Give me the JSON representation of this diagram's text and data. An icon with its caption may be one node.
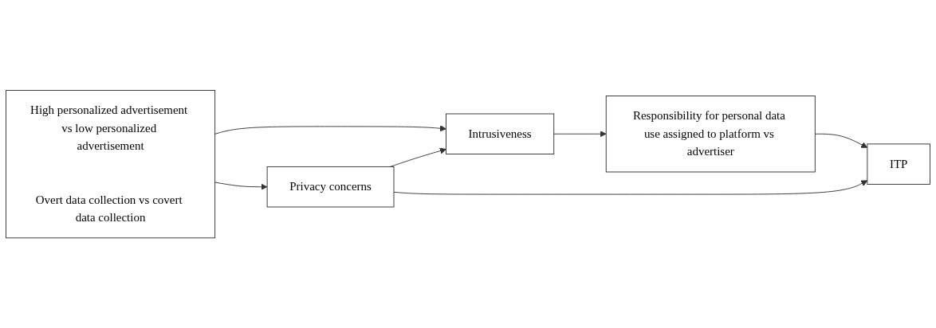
{
  "diagram": {
    "nodes": [
      {
        "text": [
          "High personalized advertisement vs low personalized advertisement",
          "Overt data collection vs covert data collection"
        ]
      },
      {
        "text": [
          "Intrusiveness"
        ]
      },
      {
        "text": [
          "Responsibility for personal data use assigned to platform vs advertiser"
        ]
      },
      {
        "text": [
          "ITP"
        ]
      },
      {
        "text": [
          "Privacy concerns"
        ]
      }
    ],
    "edges": [
      {
        "from": 0,
        "to": 1,
        "arrow": "to"
      },
      {
        "from": 1,
        "to": 2,
        "arrow": "to"
      },
      {
        "from": 2,
        "to": 3,
        "arrow": "to"
      },
      {
        "from": 0,
        "to": 4,
        "arrow": "to"
      },
      {
        "from": 4,
        "to": 1,
        "arrow": "to"
      },
      {
        "from": 4,
        "to": 3,
        "arrow": "to"
      }
    ]
  }
}
